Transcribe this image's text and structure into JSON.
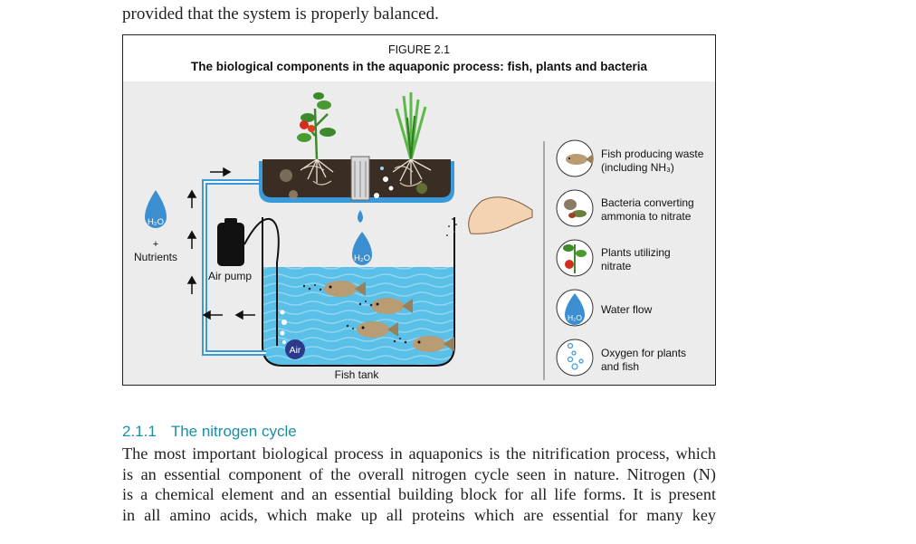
{
  "prev_text": "provided that the system is properly balanced.",
  "figure": {
    "number": "FIGURE 2.1",
    "caption": "The biological components in the aquaponic process: fish, plants and bacteria",
    "labels": {
      "h2o": "H₂O",
      "plus": "+",
      "nutrients": "Nutrients",
      "air_pump": "Air pump",
      "air": "Air",
      "fish_tank": "Fish tank"
    },
    "legend": [
      {
        "line1": "Fish producing waste",
        "line2": "(including NH₃)"
      },
      {
        "line1": "Bacteria converting",
        "line2": "ammonia to nitrate"
      },
      {
        "line1": "Plants utilizing",
        "line2": "nitrate"
      },
      {
        "line1": "Water flow",
        "line2": ""
      },
      {
        "line1": "Oxygen for plants",
        "line2": "and fish"
      }
    ],
    "colors": {
      "water": "#5bc0e8",
      "pipe": "#3a9ad9",
      "drop": "#3b8fd0",
      "grow_bed": "#3a2e24",
      "plant": "#3d8a2c"
    }
  },
  "section": {
    "number": "2.1.1",
    "title": "The nitrogen cycle",
    "lines": [
      "The most important biological process in aquaponics is the nitrification process, which",
      "is an essential component of the overall nitrogen cycle seen in nature. Nitrogen (N)",
      "is a chemical element and an essential building block for all life forms. It is present",
      "in all amino acids, which make up all proteins which are essential for many key"
    ]
  }
}
